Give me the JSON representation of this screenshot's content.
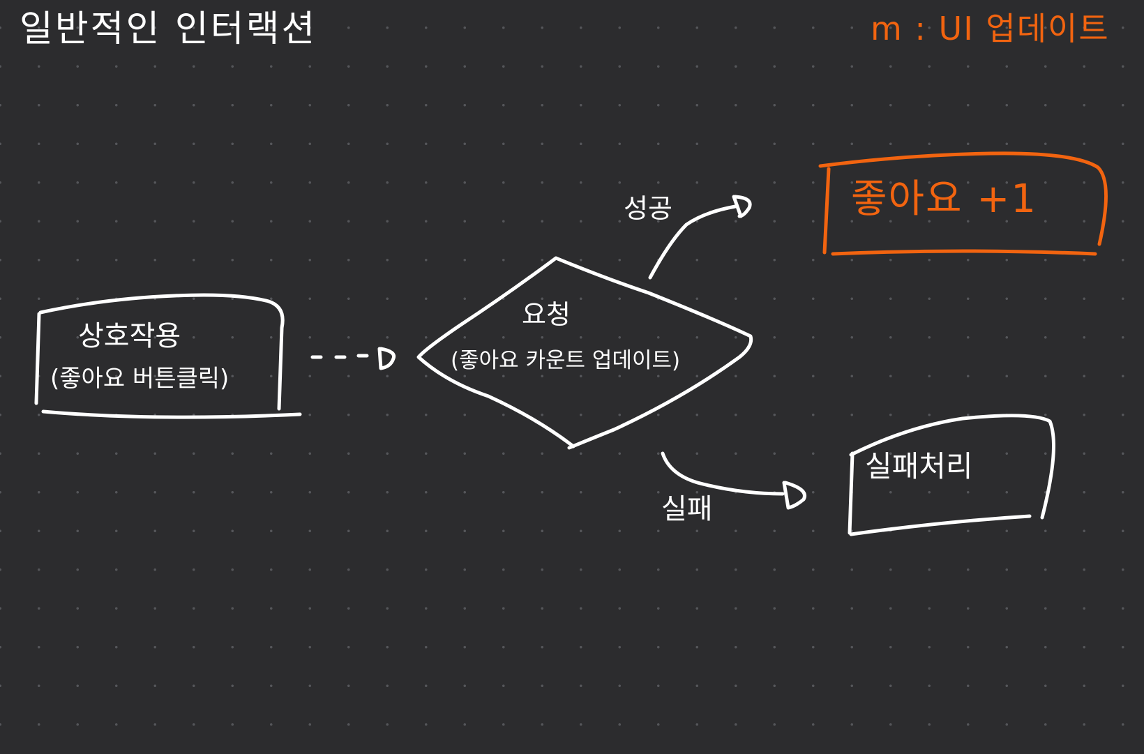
{
  "title": "일반적인 인터랙션",
  "legend": "m : UI 업데이트",
  "nodes": {
    "interaction": {
      "line1": "상호작용",
      "line2": "(좋아요 버튼클릭)"
    },
    "request": {
      "line1": "요청",
      "line2": "(좋아요 카운트 업데이트)"
    },
    "success_result": "좋아요 +1",
    "fail_result": "실패처리"
  },
  "edges": {
    "success": "성공",
    "fail": "실패"
  },
  "colors": {
    "background": "#2c2c2e",
    "ink": "#ffffff",
    "accent": "#f26410"
  }
}
